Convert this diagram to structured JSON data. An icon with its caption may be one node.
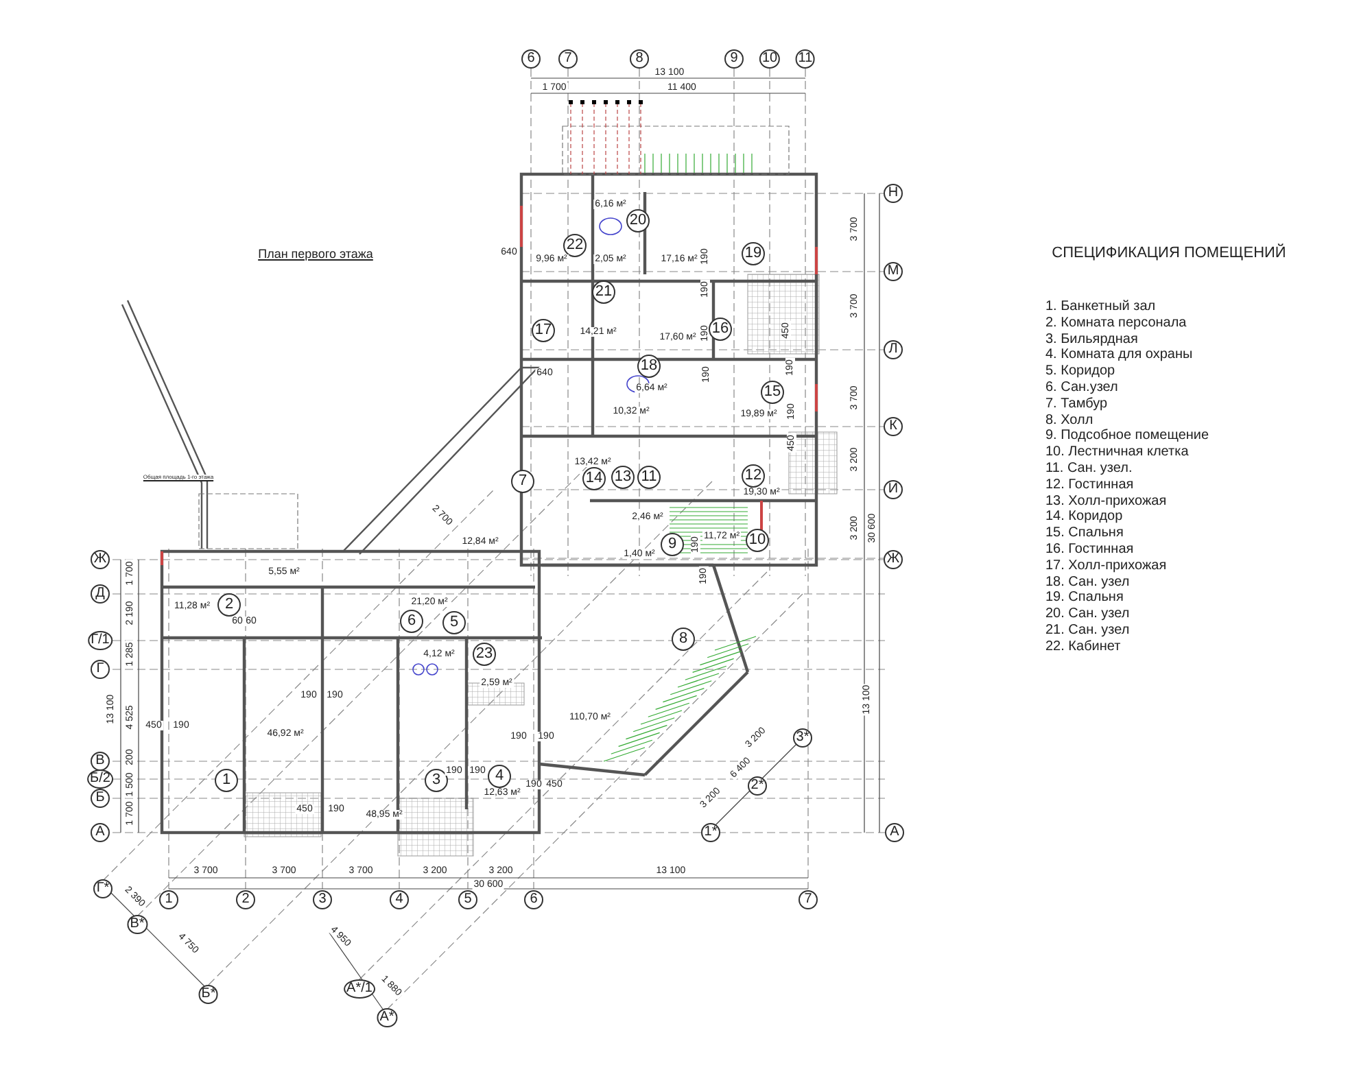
{
  "diagram": {
    "title": "План первого этажа",
    "labels": [
      "6",
      "7",
      "8",
      "9",
      "10",
      "11",
      "13 100",
      "1 700",
      "11 400",
      "Н",
      "6,16 м²",
      "20",
      "3 700",
      "22",
      "640",
      "19",
      "9,96 м²",
      "2,05 м²",
      "17,16 м²",
      "190",
      "М",
      "190",
      "21",
      "3 700",
      "17",
      "14,21 м²",
      "17,60 м²",
      "190",
      "16",
      "450",
      "Л",
      "18",
      "640",
      "190",
      "190",
      "6,64 м²",
      "15",
      "3 700",
      "10,32 м²",
      "19,89 м²",
      "190",
      "К",
      "450",
      "3 200",
      "13,42 м²",
      "Общая площадь 1-го этажа",
      "14",
      "13",
      "11",
      "12",
      "7",
      "И",
      "19,30 м²",
      "2 700",
      "2,46 м²",
      "3 200",
      "30 600",
      "12,84 м²",
      "1,40 м²",
      "9",
      "190",
      "11,72 м²",
      "10",
      "Ж",
      "Ж",
      "5,55 м²",
      "1 700",
      "190",
      "21,20 м²",
      "Д",
      "11,28 м²",
      "2",
      "2 190",
      "60",
      "60",
      "6",
      "5",
      "Г/1",
      "8",
      "1 285",
      "4,12 м²",
      "23",
      "Г",
      "2,59 м²",
      "190",
      "190",
      "13 100",
      "13 100",
      "4 525",
      "110,70 м²",
      "450",
      "190",
      "46,92 м²",
      "190",
      "190",
      "3 200",
      "3*",
      "200",
      "В",
      "6 400",
      "1 500",
      "Б/2",
      "1",
      "3",
      "190",
      "190",
      "4",
      "190",
      "450",
      "2*",
      "12,63 м²",
      "3 200",
      "Б",
      "450",
      "190",
      "1 700",
      "48,95 м²",
      "А",
      "1*",
      "А",
      "3 700",
      "3 700",
      "3 700",
      "3 200",
      "3 200",
      "13 100",
      "Г*",
      "2 390",
      "1",
      "2",
      "3",
      "4",
      "5",
      "30 600",
      "6",
      "7",
      "В*",
      "4 750",
      "4 950",
      "1 880",
      "А*/1",
      "Б*",
      "А*",
      "СПЕЦИФИКАЦИЯ ПОМЕЩЕНИЙ",
      "1. Банкетный зал",
      "2. Комната персонала",
      "3. Бильярдная",
      "4. Комната для охраны",
      "5. Коридор",
      "6. Сан.узел",
      "7. Тамбур",
      "8. Холл",
      "9. Подсобное помещение",
      "10. Лестничная клетка",
      "11. Сан. узел.",
      "12. Гостинная",
      "13. Холл-прихожая",
      "14. Коридор",
      "15. Спальня",
      "16. Гостинная",
      "17. Холл-прихожая",
      "18. Сан. узел",
      "19. Спальня",
      "20. Сан. узел",
      "21. Сан. узел",
      "22. Кабинет"
    ]
  }
}
